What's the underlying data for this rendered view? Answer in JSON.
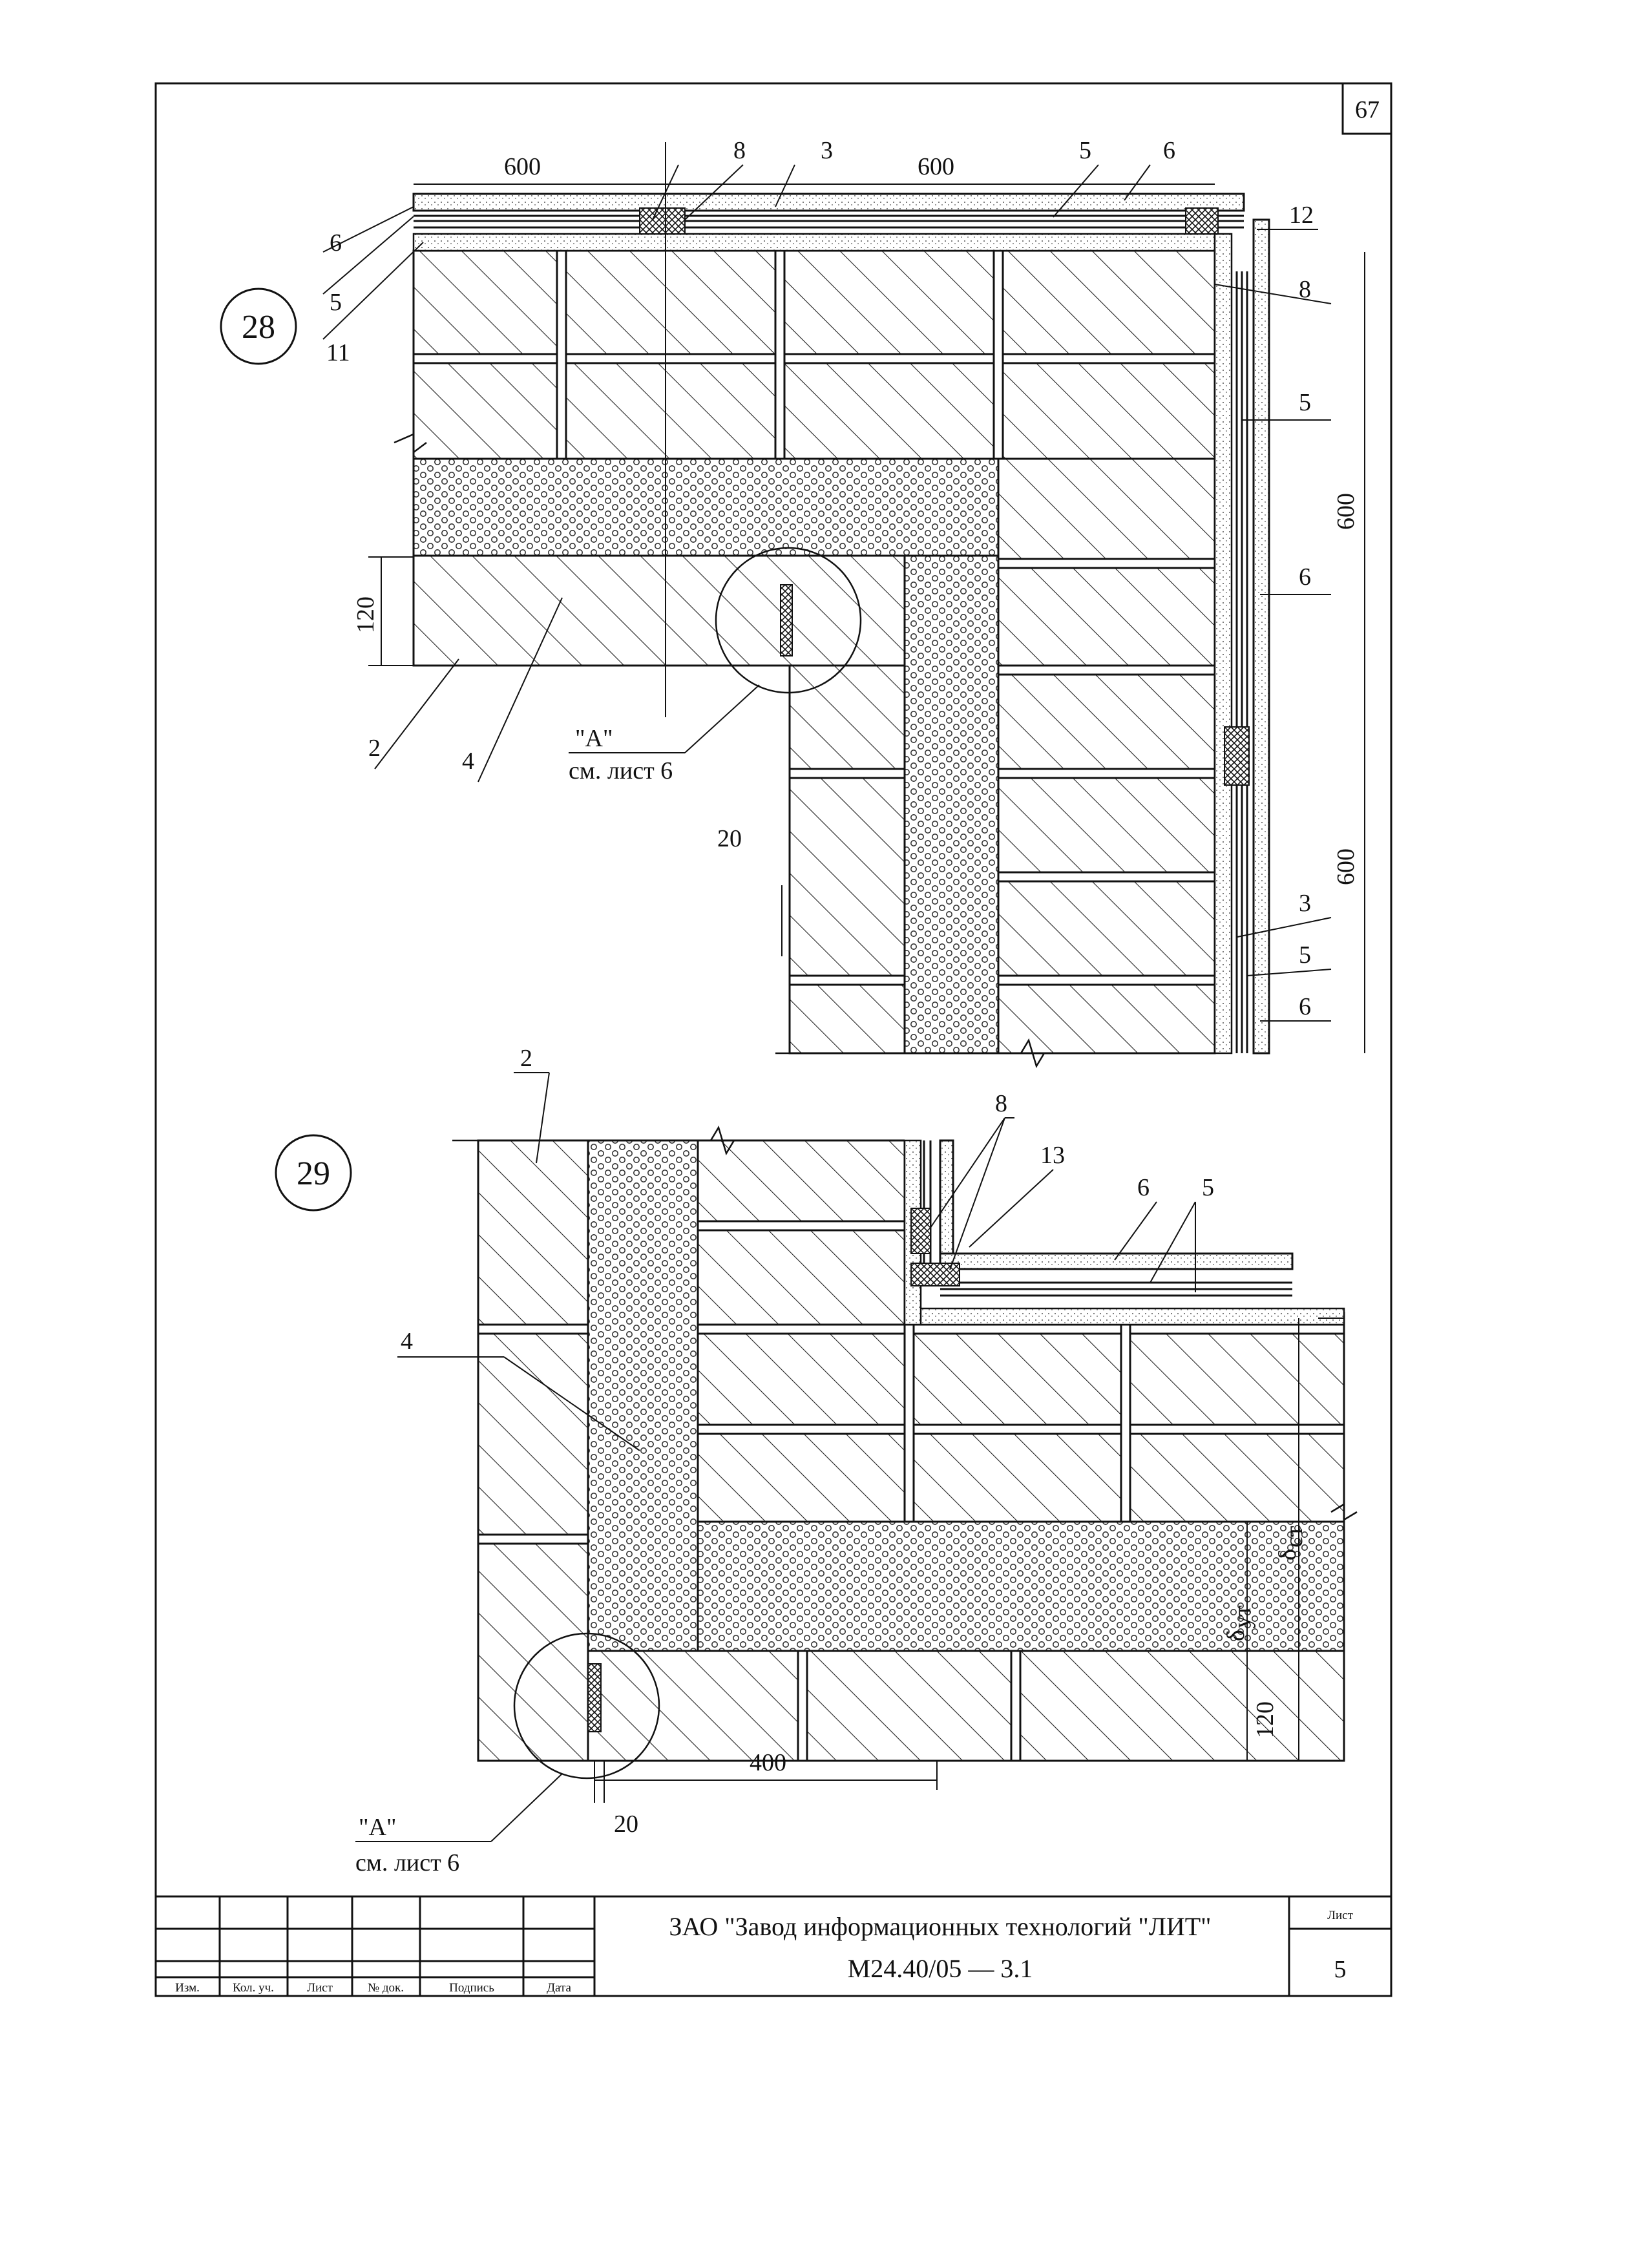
{
  "page_number": "67",
  "detail_28": {
    "id": "28",
    "dims": {
      "top_left": "600",
      "top_right": "600",
      "right_upper": "600",
      "right_lower": "600",
      "slab_height": "120",
      "step": "20"
    },
    "callouts": [
      "6",
      "5",
      "11",
      "8",
      "3",
      "5",
      "6",
      "12",
      "8",
      "5",
      "6",
      "3",
      "5",
      "6",
      "2",
      "4"
    ],
    "ref_letter": "\"А\"",
    "ref_text": "см. лист 6"
  },
  "detail_29": {
    "id": "29",
    "dims": {
      "bottom": "400",
      "gap": "20",
      "slab_height": "120"
    },
    "callouts": [
      "2",
      "4",
      "8",
      "13",
      "6",
      "5"
    ],
    "delta_st": "δ",
    "delta_st_sub": "ст",
    "delta_ut": "δ",
    "delta_ut_sub": "ут",
    "ref_letter": "\"А\"",
    "ref_text": "см. лист 6"
  },
  "title_block": {
    "columns": [
      "Изм.",
      "Кол. уч.",
      "Лист",
      "№ док.",
      "Подпись",
      "Дата"
    ],
    "organization": "ЗАО \"Завод информационных технологий \"ЛИТ\"",
    "code": "М24.40/05  —  3.1",
    "sheet_label": "Лист",
    "sheet_number": "5"
  }
}
